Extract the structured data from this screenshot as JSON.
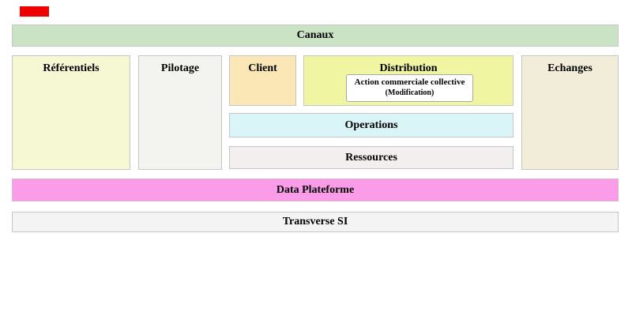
{
  "diagram": {
    "title_hint": "SI application cartography layers",
    "marker": {
      "color": "#ee0000"
    },
    "layers": {
      "canaux": {
        "label": "Canaux",
        "fill": "#cbe3c5"
      },
      "referentiels": {
        "label": "Référentiels",
        "fill": "#f6f7d3"
      },
      "pilotage": {
        "label": "Pilotage",
        "fill": "#f3f3f0"
      },
      "client": {
        "label": "Client",
        "fill": "#fbe7b5"
      },
      "distribution": {
        "label": "Distribution",
        "fill": "#eff5a1"
      },
      "operations": {
        "label": "Operations",
        "fill": "#daf5f7"
      },
      "ressources": {
        "label": "Ressources",
        "fill": "#f3efee"
      },
      "echanges": {
        "label": "Echanges",
        "fill": "#f1edd8"
      },
      "data_plateforme": {
        "label": "Data Plateforme",
        "fill": "#fb9ce9"
      },
      "transverse_si": {
        "label": "Transverse SI",
        "fill": "#f4f4f4"
      }
    },
    "distribution_item": {
      "title": "Action commerciale collective",
      "subtitle": "(Modification)"
    }
  }
}
